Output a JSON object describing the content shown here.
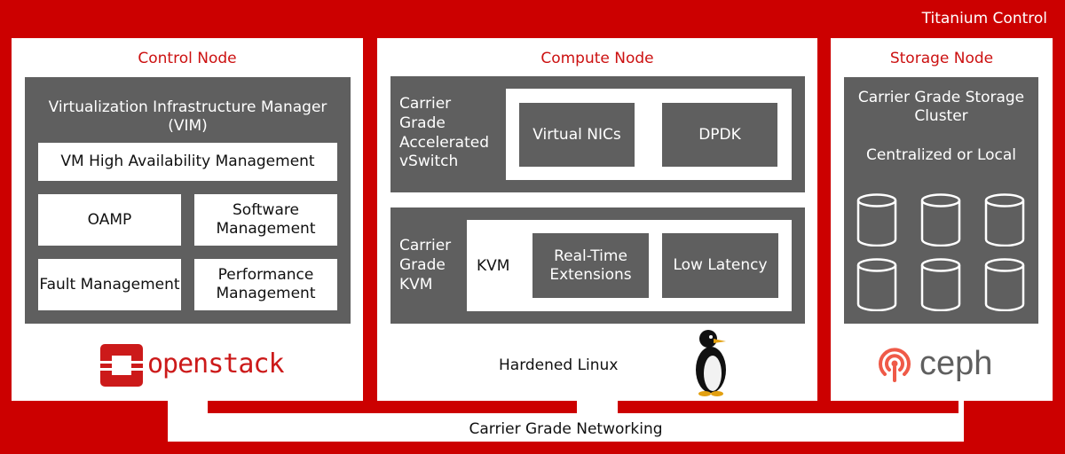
{
  "header": {
    "title": "Titanium Control"
  },
  "control_node": {
    "title": "Control Node",
    "vim_title": "Virtualization Infrastructure Manager (VIM)",
    "vm_ha": "VM High Availability Management",
    "oamp": "OAMP",
    "software_mgmt": "Software Management",
    "fault_mgmt": "Fault Management",
    "performance_mgmt": "Performance Management",
    "logo_text": "openstack",
    "logo_color": "#cc1a1a"
  },
  "compute_node": {
    "title": "Compute Node",
    "vswitch_label": "Carrier Grade Accelerated vSwitch",
    "virtual_nics": "Virtual NICs",
    "dpdk": "DPDK",
    "kvm_label": "Carrier Grade KVM",
    "kvm": "KVM",
    "realtime": "Real-Time Extensions",
    "low_latency": "Low Latency",
    "hardened_linux": "Hardened Linux",
    "mascot_icon": "penguin-icon"
  },
  "storage_node": {
    "title": "Storage Node",
    "cluster_title": "Carrier Grade Storage Cluster",
    "subtitle": "Centralized or Local",
    "disk_icon": "disk-cylinder-icon",
    "logo_text": "ceph",
    "logo_accent": "#ef5a48"
  },
  "networking": {
    "label": "Carrier Grade Networking"
  },
  "colors": {
    "brand_red": "#cc0000",
    "panel_gray": "#5f5f5f",
    "title_red": "#cc1111"
  }
}
